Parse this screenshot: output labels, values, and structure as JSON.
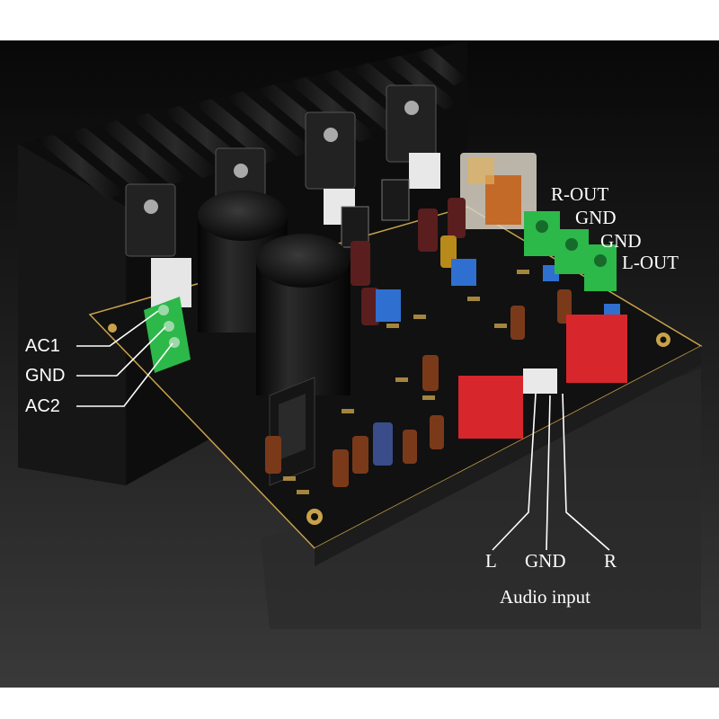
{
  "image": {
    "subject": "amplifier circuit board on black heatsink",
    "colors": {
      "background_top": "#0c0c0c",
      "background_bottom": "#3a3a3a",
      "pcb": "#121212",
      "terminal": "#2db84a",
      "capacitor_red": "#d8262d",
      "trimmer_blue": "#2f6fd0",
      "label": "#ffffff"
    }
  },
  "labels": {
    "power": {
      "ac1": "AC1",
      "gnd": "GND",
      "ac2": "AC2"
    },
    "output": {
      "r_out": "R-OUT",
      "gnd_1": "GND",
      "gnd_2": "GND",
      "l_out": "L-OUT"
    },
    "input": {
      "l": "L",
      "gnd": "GND",
      "r": "R",
      "caption": "Audio input"
    }
  }
}
